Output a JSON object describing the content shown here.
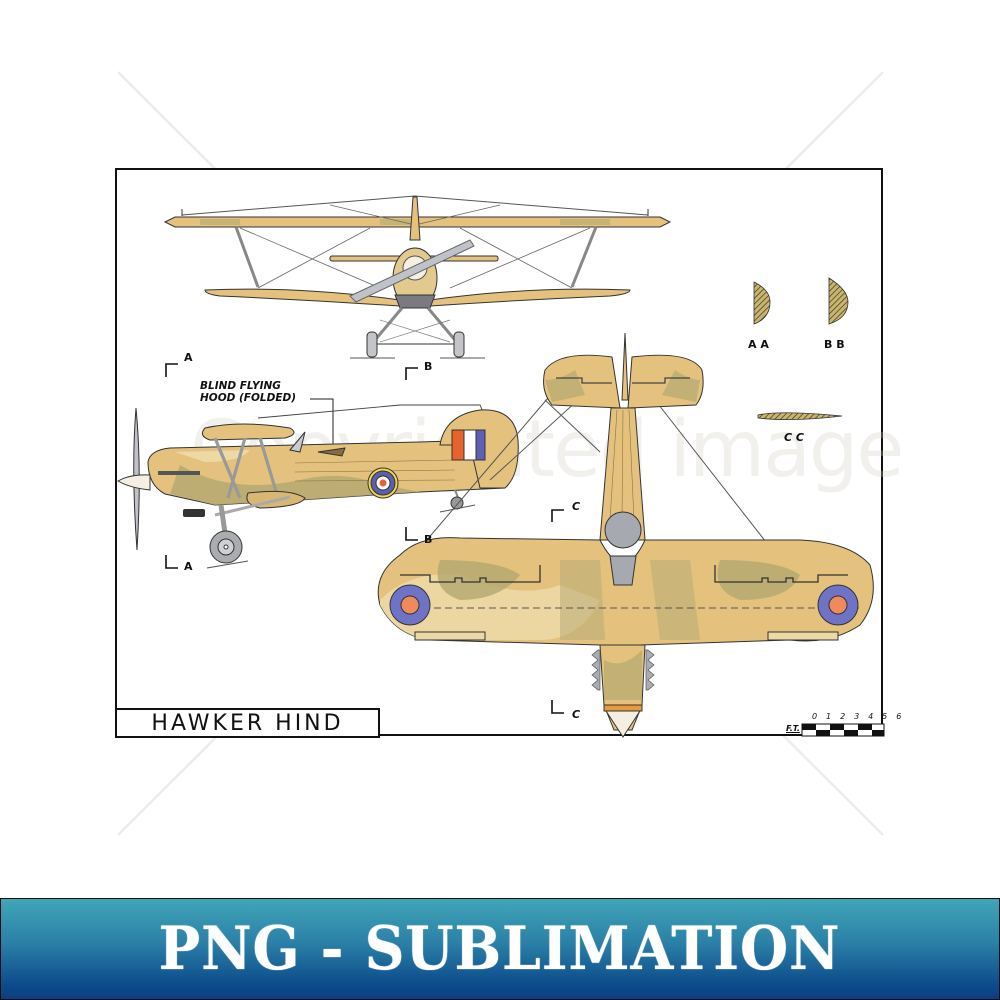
{
  "sheet": {
    "title": "HAWKER HIND",
    "callout": {
      "line1": "BLIND FLYING",
      "line2": "HOOD (FOLDED)"
    },
    "section_markers": {
      "a_top": "A",
      "a_bottom": "A",
      "b_top": "B",
      "b_bottom": "B",
      "c_top": "C",
      "c_bottom": "C"
    },
    "cross_sections": [
      {
        "label": "A A"
      },
      {
        "label": "B B"
      },
      {
        "label": "C C"
      }
    ],
    "scale": {
      "unit": "F.T.",
      "ticks": "0 1 2 3 4 5 6"
    },
    "views": [
      "front-view",
      "side-view",
      "top-view"
    ],
    "watermark": "Copyrighted image"
  },
  "colors": {
    "camo_sand": "#e4c27e",
    "camo_light": "#ecd9a6",
    "camo_olive": "#b3a871",
    "roundel_blue": "#6f73c6",
    "roundel_red": "#f08a5d",
    "prop_grey": "#b9bcc2",
    "banner_top": "#40a6b8",
    "banner_bottom": "#0b3f82"
  },
  "banner": {
    "text": "PNG - SUBLIMATION"
  }
}
